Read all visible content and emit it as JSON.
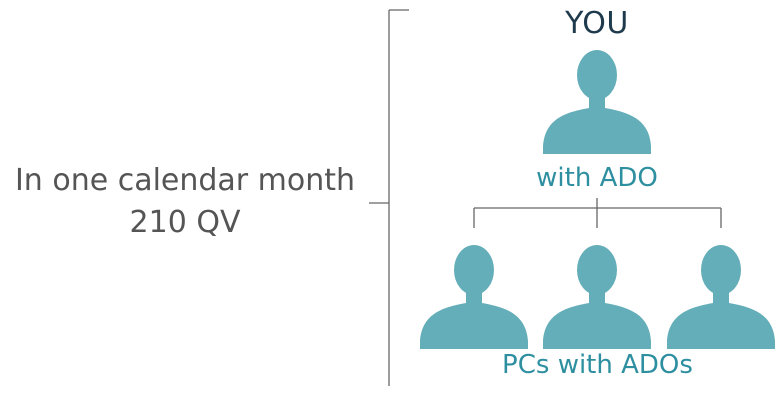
{
  "left_text": {
    "line1": "In one calendar month",
    "line2": "210 QV"
  },
  "top_label": "YOU",
  "top_sublabel": "with ADO",
  "bottom_label": "PCs with ADOs",
  "icons": {
    "person": "person-icon"
  },
  "colors": {
    "person_fill": "#64aeb9",
    "line": "#666666",
    "text_dark": "#1e3a4c",
    "text_accent": "#2e8fa0",
    "text_gray": "#555555"
  }
}
